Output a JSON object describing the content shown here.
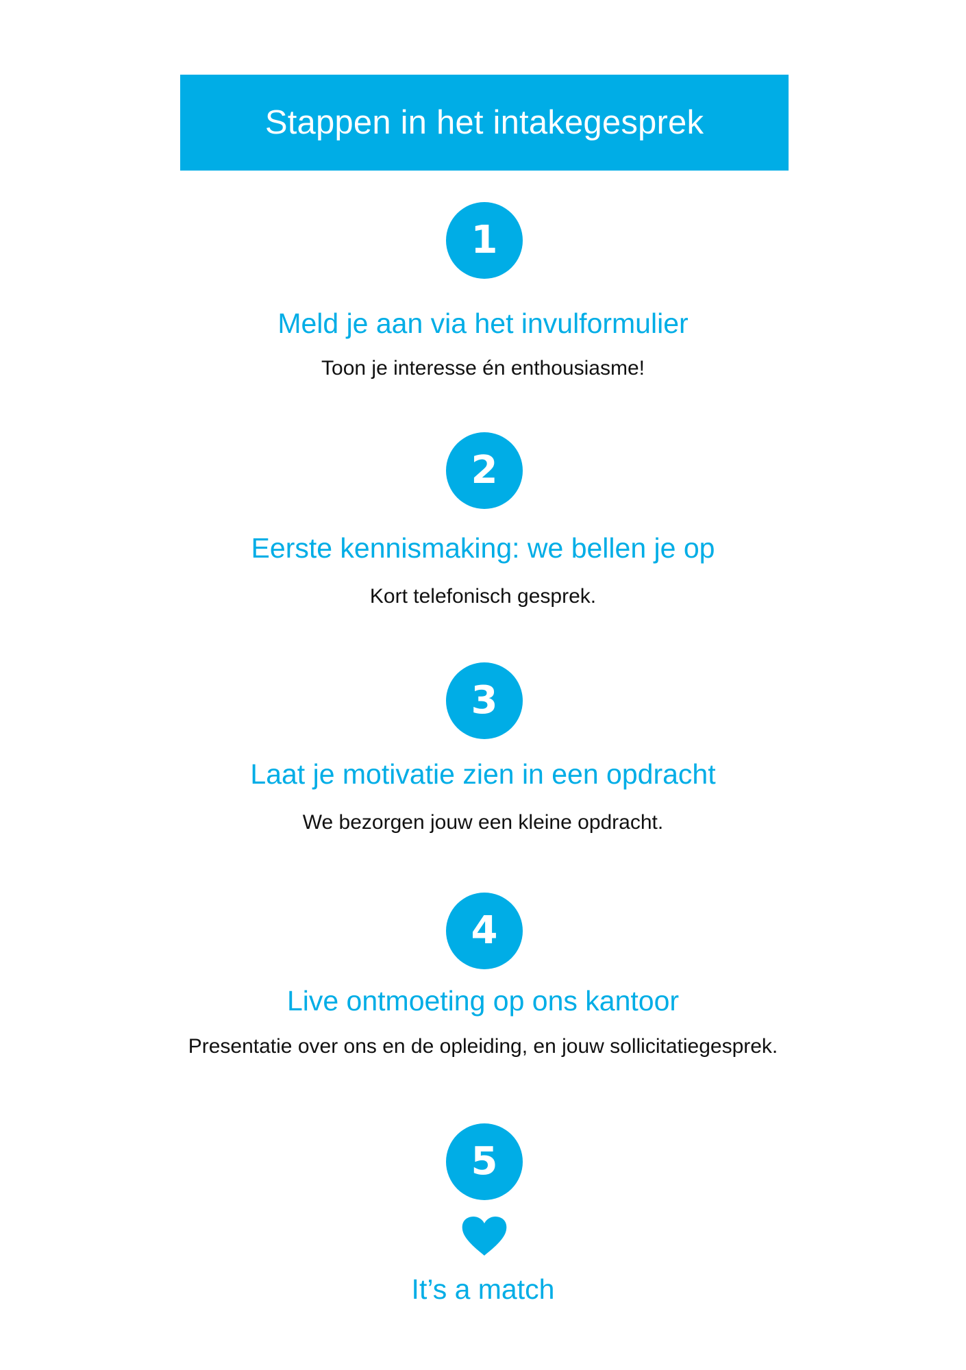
{
  "colors": {
    "accent": "#00ADE6",
    "text": "#111111",
    "background": "#FFFFFF"
  },
  "title": "Stappen in het intakegesprek",
  "steps": [
    {
      "number": "1",
      "heading": "Meld je aan via het invulformulier",
      "description": "Toon je interesse én enthousiasme!"
    },
    {
      "number": "2",
      "heading": "Eerste kennismaking: we bellen je op",
      "description": "Kort telefonisch gesprek."
    },
    {
      "number": "3",
      "heading": "Laat je motivatie zien in een opdracht",
      "description": "We bezorgen jouw een kleine opdracht."
    },
    {
      "number": "4",
      "heading": "Live ontmoeting op ons kantoor",
      "description": "Presentatie over ons en de opleiding, en jouw sollicitatiegesprek."
    },
    {
      "number": "5",
      "icon": "heart-icon",
      "heading": "It’s a match"
    }
  ]
}
